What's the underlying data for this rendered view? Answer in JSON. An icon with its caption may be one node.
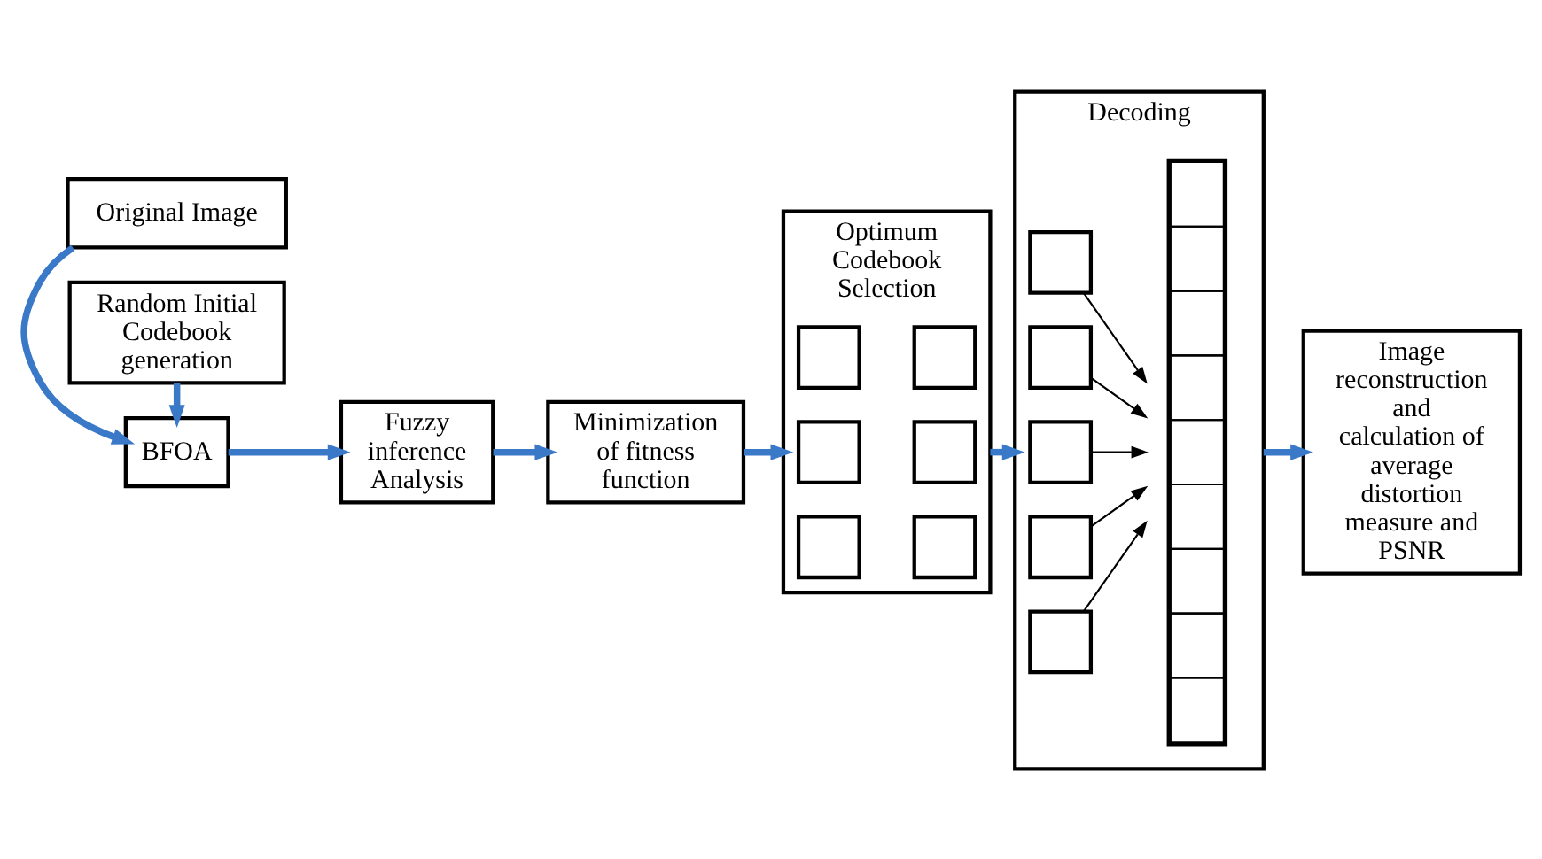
{
  "diagram": {
    "nodes": [
      {
        "text": [
          "Original Image"
        ]
      },
      {
        "text": [
          "BFOA"
        ]
      },
      {
        "text": [
          "Random Initial Codebook generation"
        ]
      },
      {
        "text": [
          "Fuzzy inference Analysis"
        ]
      },
      {
        "text": [
          "Minimization of fitness function"
        ]
      },
      {
        "text": [
          "Optimum Codebook Selection"
        ]
      },
      {
        "text": [],
        "shape": "box",
        "in": 5
      },
      {
        "text": [],
        "shape": "box",
        "in": 5
      },
      {
        "text": [],
        "shape": "box",
        "in": 5
      },
      {
        "text": [],
        "shape": "box",
        "in": 5
      },
      {
        "text": [],
        "shape": "box",
        "in": 5
      },
      {
        "text": [],
        "shape": "box",
        "in": 5
      },
      {
        "text": [
          "Decoding"
        ]
      },
      {
        "text": [],
        "shape": "box",
        "in": 12
      },
      {
        "text": [],
        "shape": "box",
        "in": 12
      },
      {
        "text": [],
        "shape": "box",
        "in": 12
      },
      {
        "text": [],
        "shape": "box",
        "in": 12
      },
      {
        "text": [],
        "shape": "box",
        "in": 12
      },
      {
        "text": [],
        "shape": "bar",
        "in": 12
      },
      {
        "text": [
          "Image reconstruction and calculation of average distortion measure and PSNR"
        ]
      }
    ],
    "edges": [
      {
        "from": 0,
        "to": 1,
        "arrow": "to"
      },
      {
        "from": 2,
        "to": 1,
        "arrow": "to"
      },
      {
        "from": 1,
        "to": 3,
        "arrow": "to"
      },
      {
        "from": 3,
        "to": 4,
        "arrow": "to"
      },
      {
        "from": 4,
        "to": 5,
        "arrow": "to"
      },
      {
        "from": 5,
        "to": 12,
        "arrow": "to"
      },
      {
        "from": 12,
        "to": 19,
        "arrow": "to"
      },
      {
        "from": 13,
        "to": 18,
        "arrow": "to",
        "color": "#000000"
      },
      {
        "from": 14,
        "to": 18,
        "arrow": "to",
        "color": "#000000"
      },
      {
        "from": 15,
        "to": 18,
        "arrow": "to",
        "color": "#000000"
      },
      {
        "from": 16,
        "to": 18,
        "arrow": "to",
        "color": "#000000"
      },
      {
        "from": 17,
        "to": 18,
        "arrow": "to",
        "color": "#000000"
      }
    ]
  }
}
